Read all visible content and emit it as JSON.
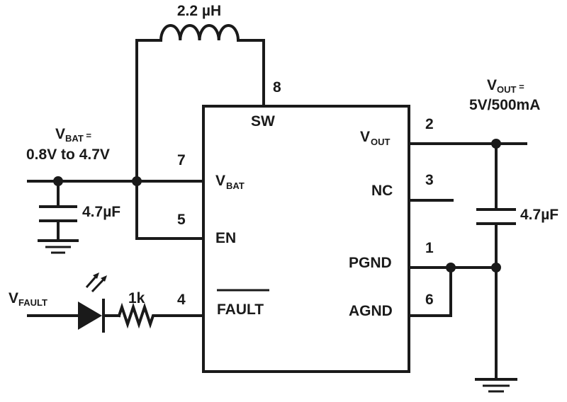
{
  "inductor": {
    "value": "2.2 µH"
  },
  "chip": {
    "pins": [
      {
        "name": "SW",
        "number": "8"
      },
      {
        "name_main": "V",
        "name_sub": "BAT",
        "number": "7"
      },
      {
        "name": "EN",
        "number": "5"
      },
      {
        "name": "FAULT",
        "number": "4"
      },
      {
        "name_main": "V",
        "name_sub": "OUT",
        "number": "2"
      },
      {
        "name": "NC",
        "number": "3"
      },
      {
        "name": "PGND",
        "number": "1"
      },
      {
        "name": "AGND",
        "number": "6"
      }
    ]
  },
  "vbat": {
    "label_main": "V",
    "label_sub": "BAT",
    "label_suffix": " =",
    "range": "0.8V to 4.7V"
  },
  "vout": {
    "label_main": "V",
    "label_sub": "OUT",
    "label_suffix": " =",
    "spec": "5V/500mA"
  },
  "input_cap": {
    "value": "4.7µF"
  },
  "output_cap": {
    "value": "4.7µF"
  },
  "fault": {
    "label_main": "V",
    "label_sub": "FAULT",
    "resistor": "1k"
  }
}
